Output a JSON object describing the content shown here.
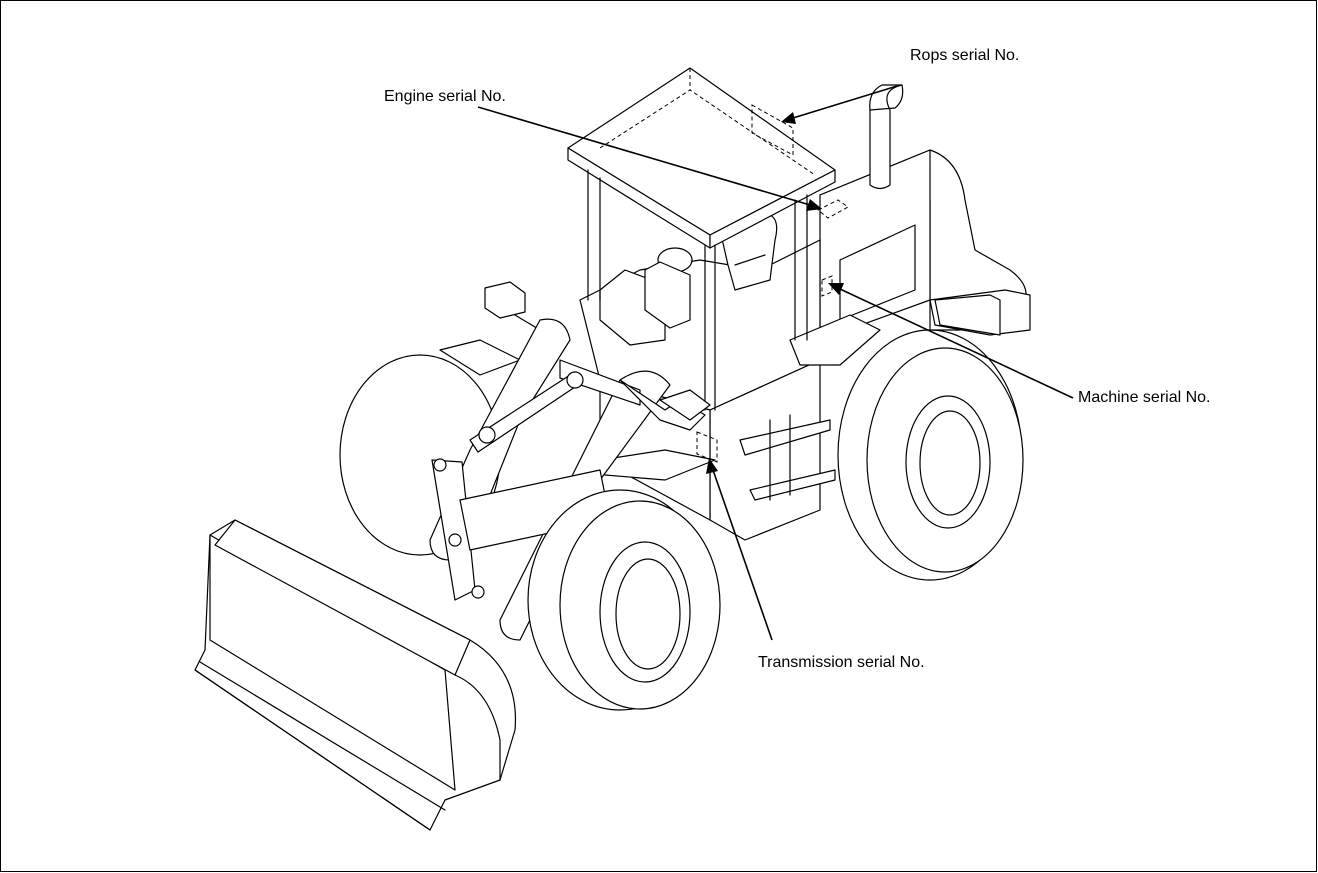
{
  "labels": {
    "engine": "Engine serial No.",
    "rops": "Rops serial No.",
    "machine": "Machine serial No.",
    "transmission": "Transmission serial No."
  }
}
